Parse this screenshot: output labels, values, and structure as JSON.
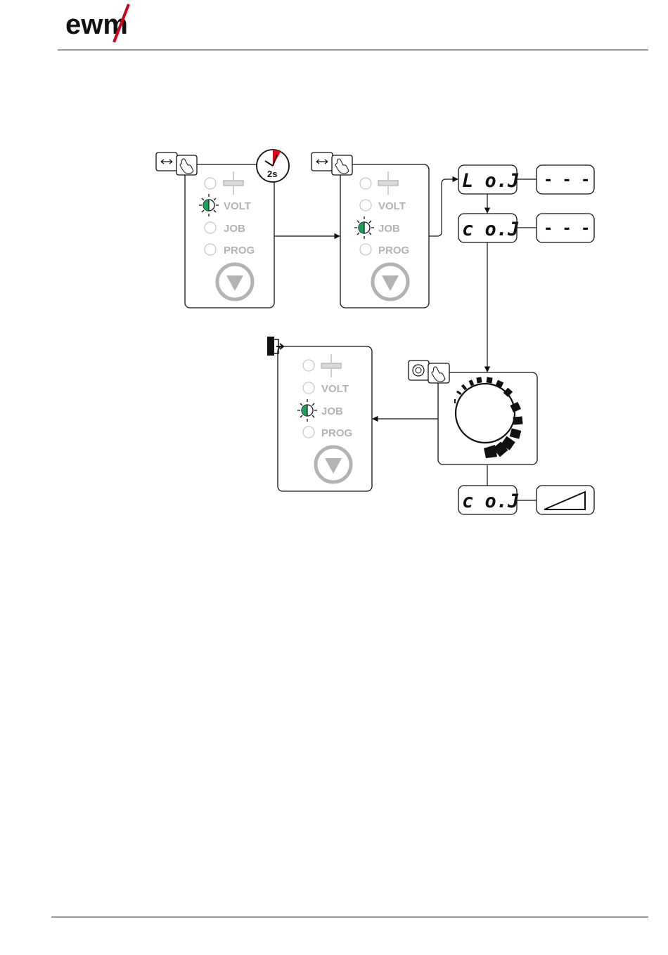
{
  "brand": {
    "logo_text": "ewm",
    "accent": "#d0011b"
  },
  "panels": [
    {
      "id": "panel-1",
      "items": [
        "",
        "VOLT",
        "JOB",
        "PROG"
      ],
      "active": "VOLT"
    },
    {
      "id": "panel-2",
      "items": [
        "",
        "VOLT",
        "JOB",
        "PROG"
      ],
      "active": "JOB"
    },
    {
      "id": "panel-3",
      "items": [
        "",
        "VOLT",
        "JOB",
        "PROG"
      ],
      "active": "JOB"
    }
  ],
  "timer": {
    "label": "2s"
  },
  "displays": {
    "d1_left": "L o.J",
    "d1_right": "- - -",
    "d2_left": "c o.J",
    "d2_right": "- - -",
    "d3_left": "c o.J"
  },
  "colors": {
    "led_active": "#1aa05a",
    "label_grey": "#b3b3b3",
    "timer_red": "#e30613"
  },
  "icons": [
    "toggle-button-icon",
    "hand-press-icon",
    "timer-2s-icon",
    "exit-door-icon",
    "rotary-knob-icon",
    "ramp-triangle-icon",
    "down-arrow-button-icon"
  ]
}
